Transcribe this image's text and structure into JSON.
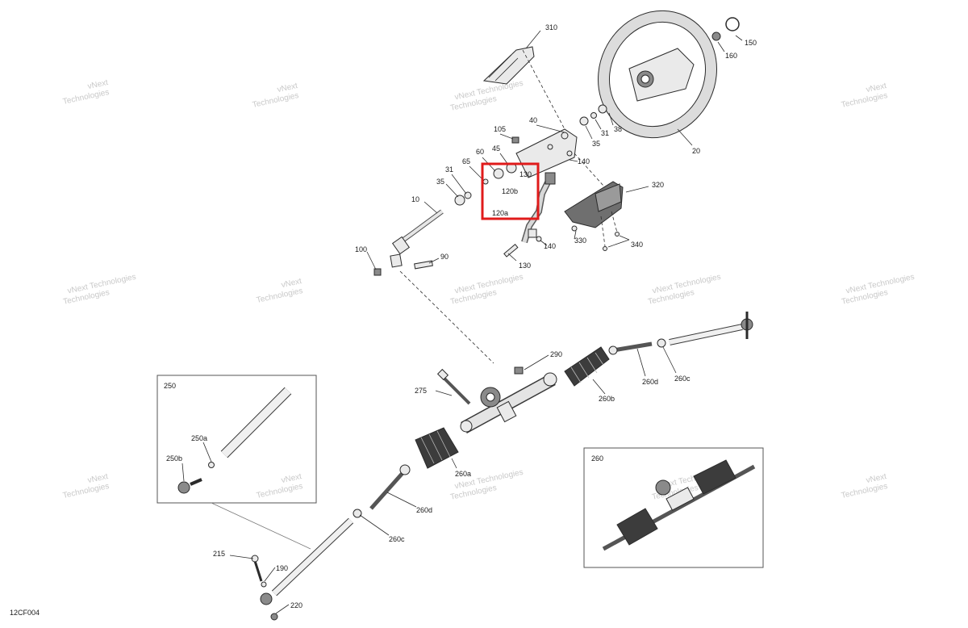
{
  "watermark": {
    "line1": "vNext",
    "line2": "Technologies",
    "compact": "vNext Technologies"
  },
  "drawing_code": "12CF004",
  "highlight_color": "#e01b1b",
  "callouts": {
    "c310": "310",
    "c150": "150",
    "c160": "160",
    "c20": "20",
    "c38": "38",
    "c31_top": "31",
    "c35_top": "35",
    "c40": "40",
    "c105": "105",
    "c45": "45",
    "c60": "60",
    "c65": "65",
    "c31_left": "31",
    "c35_left": "35",
    "c130_top": "130",
    "c120b": "120b",
    "c120a": "120a",
    "c140_top": "140",
    "c140_bot": "140",
    "c130_bot": "130",
    "c10": "10",
    "c100": "100",
    "c90": "90",
    "c320": "320",
    "c330": "330",
    "c340": "340",
    "c290": "290",
    "c275": "275",
    "c260b_top": "260b",
    "c260d_top": "260d",
    "c260c_top": "260c",
    "c260a": "260a",
    "c260d_bot": "260d",
    "c260c_bot": "260c",
    "c215": "215",
    "c190": "190",
    "c220": "220",
    "inset250_title": "250",
    "c250a": "250a",
    "c250b": "250b",
    "inset260_title": "260"
  }
}
